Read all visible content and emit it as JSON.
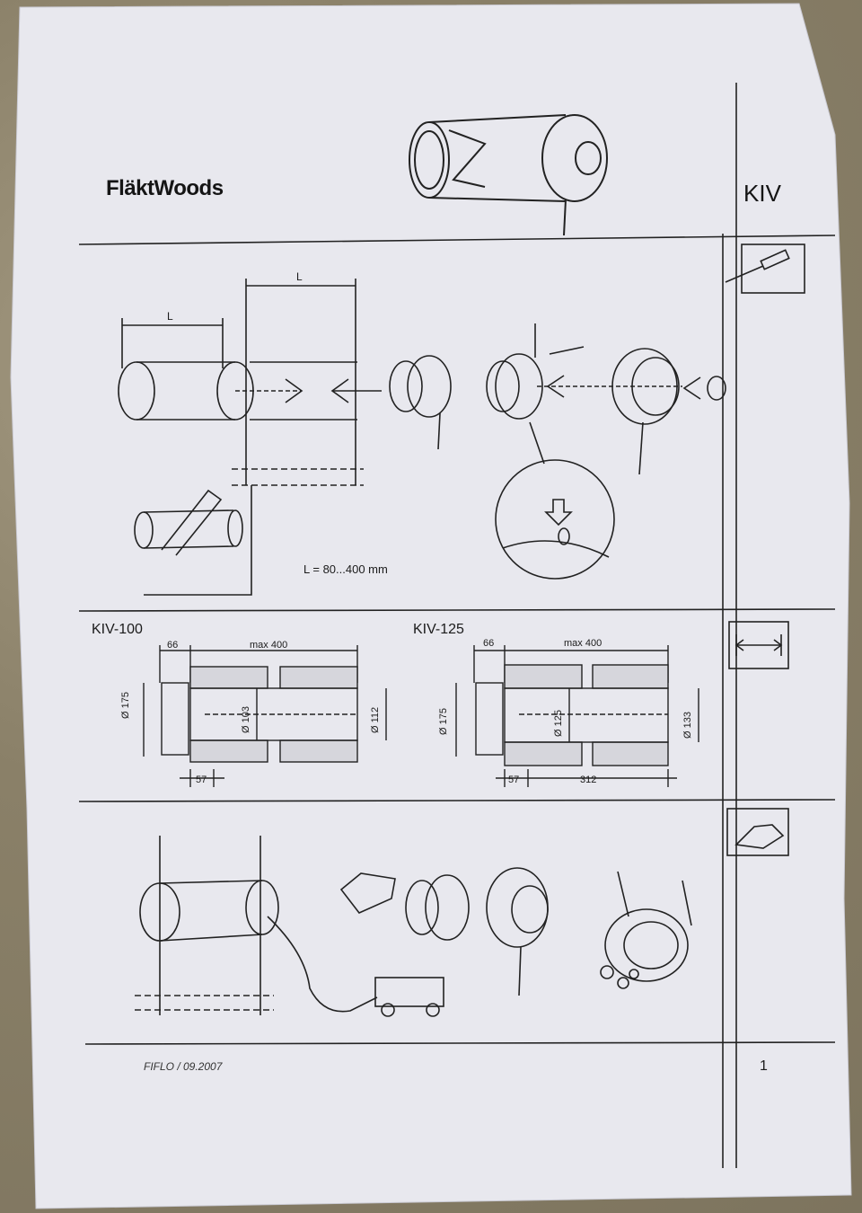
{
  "header": {
    "brand": "FläktWoods",
    "model": "KIV"
  },
  "install": {
    "dim_label_1": "L",
    "dim_label_2": "L",
    "length_note": "L = 80...400 mm"
  },
  "dimensions": {
    "kiv100": {
      "title": "KIV-100",
      "d66": "66",
      "max": "max 400",
      "d175": "Ø 175",
      "d103": "Ø 103",
      "d112": "Ø 112",
      "d57": "57"
    },
    "kiv125": {
      "title": "KIV-125",
      "d66": "66",
      "max": "max 400",
      "d175": "Ø 175",
      "d125": "Ø 125",
      "d133": "Ø 133",
      "d57": "57",
      "d312": "312"
    }
  },
  "footer": {
    "code": "FIFLO / 09.2007",
    "page": "1"
  },
  "icons": [
    "screwdriver-icon",
    "dimension-icon",
    "cleaning-icon"
  ],
  "colors": {
    "paper": "#e9e9ef",
    "ink": "#1b1b1b",
    "background": "#8a8068"
  }
}
